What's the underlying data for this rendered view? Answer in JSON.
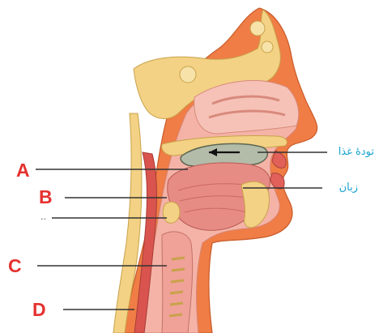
{
  "labels": {
    "a": "A",
    "b": "B",
    "c": "C",
    "d": "D",
    "bolus": "تودهٔ غذا",
    "tongue": "زبان",
    "stub_dots": ".."
  },
  "colors": {
    "label_red": "#e4322f",
    "arabic_blue": "#1aa3cf",
    "skin": "#e8753a",
    "mucosa": "#f0a49a",
    "bone": "#f2cf7a",
    "muscle": "#e37c79",
    "bolus": "#aeb7a5"
  }
}
